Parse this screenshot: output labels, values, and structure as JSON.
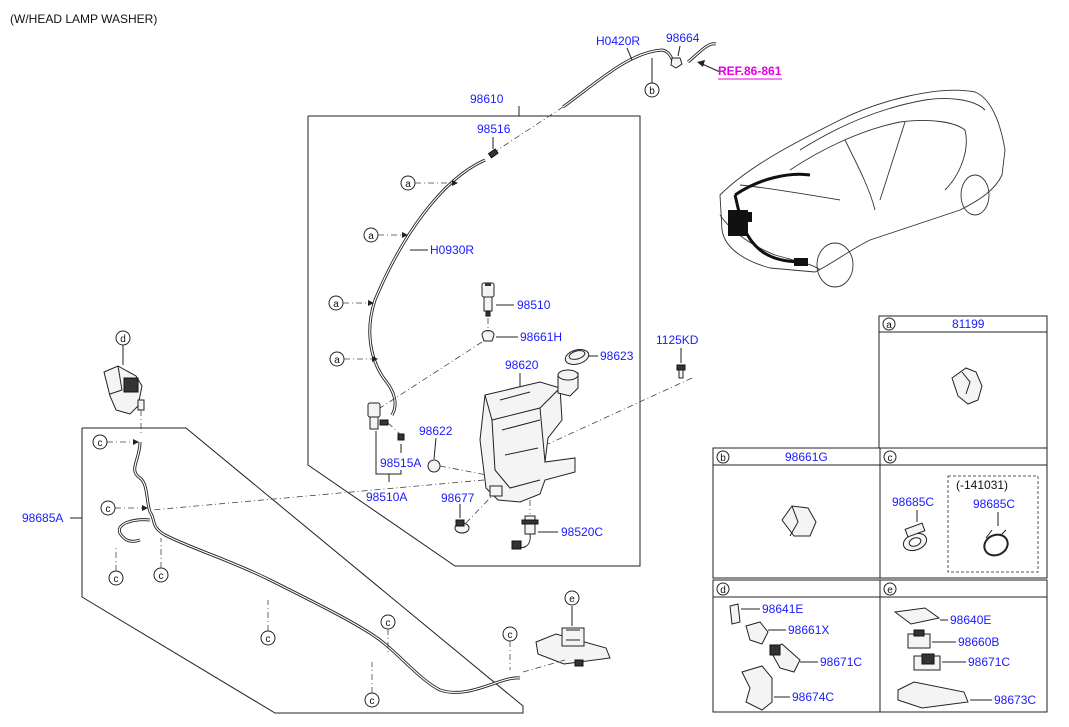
{
  "header": {
    "title": "(W/HEAD LAMP WASHER)"
  },
  "ref_link": "REF.86-861",
  "labels": {
    "p98610": "98610",
    "p98516": "98516",
    "pH0420R": "H0420R",
    "p98664": "98664",
    "pH0930R": "H0930R",
    "p98510": "98510",
    "p98661H": "98661H",
    "p98623": "98623",
    "p98620": "98620",
    "p1125KD": "1125KD",
    "p98622": "98622",
    "p98515A": "98515A",
    "p98510A": "98510A",
    "p98677": "98677",
    "p98520C": "98520C",
    "p98685A": "98685A"
  },
  "callouts": {
    "a": "a",
    "b": "b",
    "c": "c",
    "d": "d",
    "e": "e"
  },
  "legend": {
    "a": {
      "letter": "a",
      "parts": [
        "81199"
      ]
    },
    "b": {
      "letter": "b",
      "parts": [
        "98661G"
      ]
    },
    "c": {
      "letter": "c",
      "parts": [
        "98685C",
        "98685C"
      ],
      "note": "(-141031)"
    },
    "d": {
      "letter": "d",
      "parts": [
        "98641E",
        "98661X",
        "98671C",
        "98674C"
      ]
    },
    "e": {
      "letter": "e",
      "parts": [
        "98640E",
        "98660B",
        "98671C",
        "98673C"
      ]
    }
  }
}
